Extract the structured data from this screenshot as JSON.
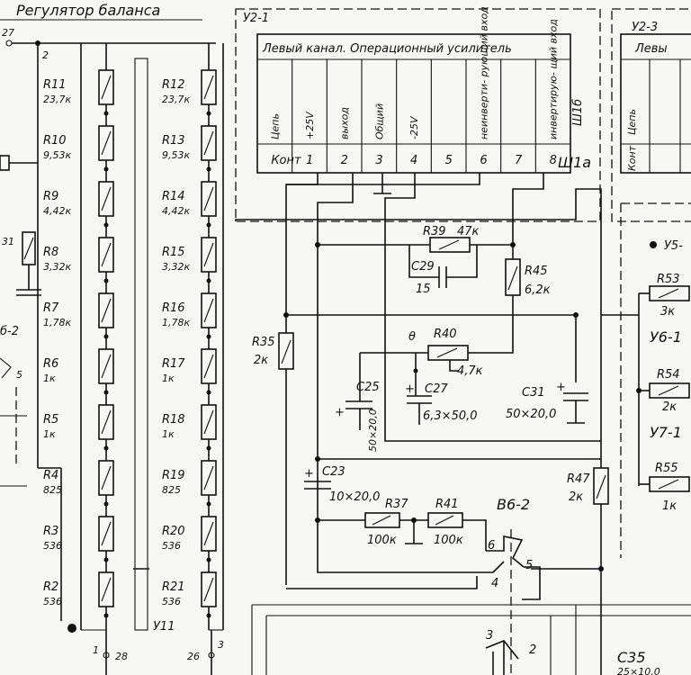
{
  "header": {
    "title": "Регулятор баланса",
    "left_connector_top": "27",
    "left_connector_node": "2"
  },
  "panel_u21": {
    "unit": "У2-1",
    "heading": "Левый канал. Операционный усилитель",
    "connector": "Ш1б",
    "connector_bottom": "Ш1а",
    "columns": [
      {
        "label": "Цепь",
        "pin": "Конт"
      },
      {
        "label": "+25V",
        "pin": "1"
      },
      {
        "label": "выход",
        "pin": "2"
      },
      {
        "label": "Общий",
        "pin": "3"
      },
      {
        "label": "-25V",
        "pin": "4"
      },
      {
        "label": "",
        "pin": "5"
      },
      {
        "label": "неинверти- рующий вход",
        "pin": "6"
      },
      {
        "label": "",
        "pin": "7"
      },
      {
        "label": "инвертирую- щий вход",
        "pin": "8"
      }
    ]
  },
  "panel_u23": {
    "unit": "У2-3",
    "heading": "Левы",
    "col_label": "Цепь",
    "col_pin": "Конт"
  },
  "left_chain": [
    {
      "ref": "R11",
      "value": "23,7к"
    },
    {
      "ref": "R10",
      "value": "9,53к"
    },
    {
      "ref": "R9",
      "value": "4,42к"
    },
    {
      "ref": "R8",
      "value": "3,32к"
    },
    {
      "ref": "R7",
      "value": "1,78к"
    },
    {
      "ref": "R6",
      "value": "1к"
    },
    {
      "ref": "R5",
      "value": "1к"
    },
    {
      "ref": "R4",
      "value": "825"
    },
    {
      "ref": "R3",
      "value": "536"
    },
    {
      "ref": "R2",
      "value": "536"
    }
  ],
  "right_chain": [
    {
      "ref": "R12",
      "value": "23,7к"
    },
    {
      "ref": "R13",
      "value": "9,53к"
    },
    {
      "ref": "R14",
      "value": "4,42к"
    },
    {
      "ref": "R15",
      "value": "3,32к"
    },
    {
      "ref": "R16",
      "value": "1,78к"
    },
    {
      "ref": "R17",
      "value": "1к"
    },
    {
      "ref": "R18",
      "value": "1к"
    },
    {
      "ref": "R19",
      "value": "825"
    },
    {
      "ref": "R20",
      "value": "536"
    },
    {
      "ref": "R21",
      "value": "536"
    }
  ],
  "switch_unit": "У11",
  "bottom_pins": {
    "p1": "1",
    "p28": "28",
    "p26": "26",
    "p3": "3"
  },
  "edge_labels": {
    "r31": "31",
    "b62": "б-2",
    "pin5": "5",
    "u5": "У5-",
    "u61": "У6-1",
    "u71": "У7-1"
  },
  "components": {
    "R39": {
      "ref": "R39",
      "value": "47к"
    },
    "C29": {
      "ref": "C29",
      "value": "15"
    },
    "R45": {
      "ref": "R45",
      "value": "6,2к"
    },
    "R35": {
      "ref": "R35",
      "value": "2к"
    },
    "R40": {
      "ref": "R40",
      "value": "4,7к",
      "mark": "θ"
    },
    "C27": {
      "ref": "C27",
      "value": "6,3×50,0"
    },
    "C25": {
      "ref": "C25",
      "value": "50×20,0"
    },
    "C31": {
      "ref": "C31",
      "value": "50×20,0"
    },
    "C23": {
      "ref": "C23",
      "value": "10×20,0"
    },
    "R37": {
      "ref": "R37",
      "value": "100к"
    },
    "R41": {
      "ref": "R41",
      "value": "100к"
    },
    "R47": {
      "ref": "R47",
      "value": "2к"
    },
    "R53": {
      "ref": "R53",
      "value": "3к"
    },
    "R54": {
      "ref": "R54",
      "value": "2к"
    },
    "R55": {
      "ref": "R55",
      "value": "1к"
    },
    "C35": {
      "ref": "C35",
      "value": "25×10,0"
    },
    "B62": {
      "ref": "В6-2",
      "p2": "2",
      "p4": "4",
      "p5": "5",
      "p6": "6"
    },
    "SW3": {
      "p2": "2",
      "p3": "3"
    }
  }
}
